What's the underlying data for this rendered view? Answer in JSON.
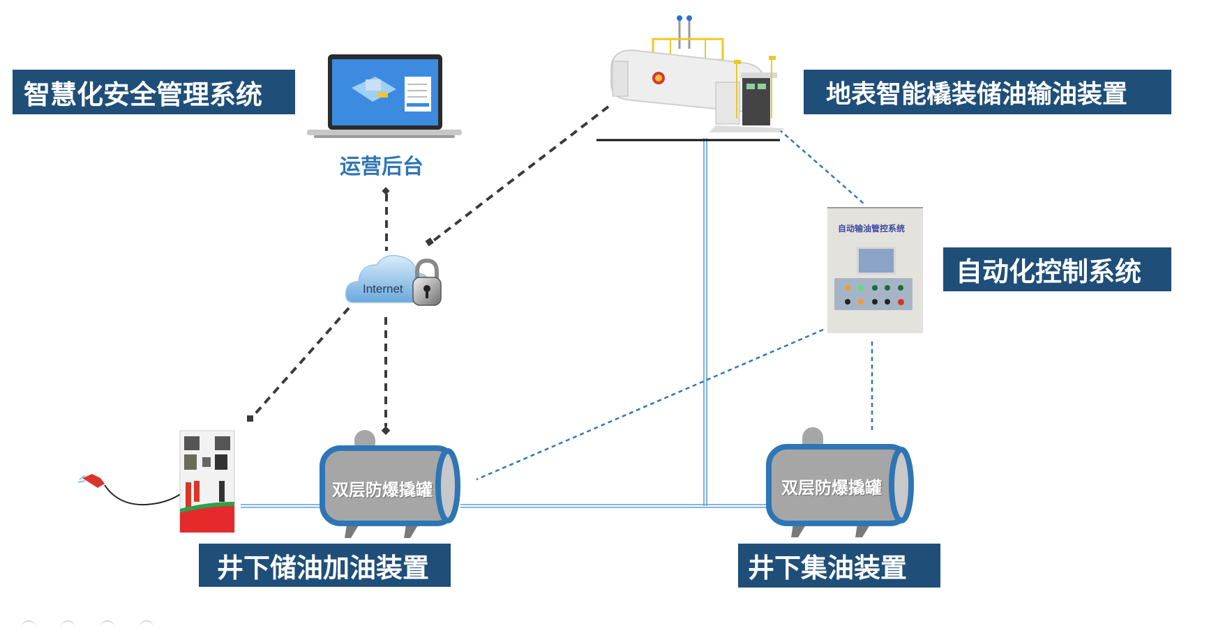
{
  "labels": {
    "safety_system": "智慧化安全管理系统",
    "surface_device": "地表智能橇装储油输油装置",
    "automation_system": "自动化控制系统",
    "underground_fueling": "井下储油加油装置",
    "underground_collection": "井下集油装置"
  },
  "nodes": {
    "backend": {
      "caption": "运营后台",
      "icon": "laptop-icon"
    },
    "internet": {
      "text": "Internet",
      "icon": "cloud-lock-icon"
    },
    "control_panel": {
      "title": "自动输油管控系统",
      "icon": "control-cabinet-icon"
    },
    "surface_tank": {
      "icon": "skid-mounted-tank-icon"
    },
    "fuel_dispenser": {
      "icon": "fuel-dispenser-icon"
    },
    "tank_left": {
      "text": "双层防爆撬罐",
      "icon": "tank-icon"
    },
    "tank_right": {
      "text": "双层防爆撬罐",
      "icon": "tank-icon"
    }
  },
  "colors": {
    "label_bg": "#1f4e79",
    "label_text": "#ffffff",
    "accent_blue": "#2e75b6",
    "pipe_blue": "#5b9bd5",
    "network_dash": "#3a3a3a",
    "tank_body": "#a6a6a6"
  },
  "connections": [
    {
      "from": "internet",
      "to": "backend",
      "style": "network-dashed"
    },
    {
      "from": "internet",
      "to": "surface_tank",
      "style": "network-dashed"
    },
    {
      "from": "internet",
      "to": "fuel_dispenser",
      "style": "network-dashed"
    },
    {
      "from": "internet",
      "to": "tank_left",
      "style": "network-dashed"
    },
    {
      "from": "surface_tank",
      "to": "control_panel",
      "style": "control-dotted"
    },
    {
      "from": "control_panel",
      "to": "tank_left",
      "style": "control-dotted"
    },
    {
      "from": "control_panel",
      "to": "tank_right",
      "style": "control-dotted"
    },
    {
      "from": "fuel_dispenser",
      "to": "tank_left",
      "style": "pipe"
    },
    {
      "from": "tank_left",
      "to": "tank_right",
      "style": "pipe"
    },
    {
      "from": "surface_tank",
      "to": "tank_right",
      "style": "pipe"
    }
  ],
  "pagination": {
    "dots": 4
  }
}
